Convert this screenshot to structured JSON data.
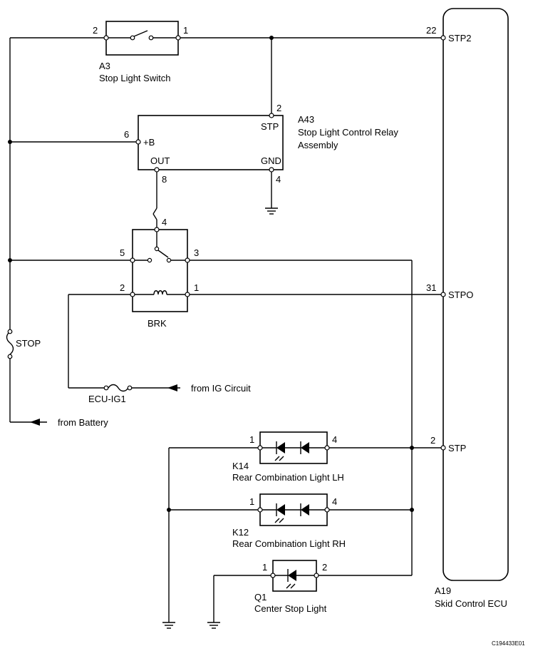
{
  "ecu": {
    "id": "A19",
    "name": "Skid Control ECU",
    "terminals": [
      {
        "pin": "22",
        "name": "STP2"
      },
      {
        "pin": "31",
        "name": "STPO"
      },
      {
        "pin": "2",
        "name": "STP"
      }
    ]
  },
  "stop_switch": {
    "id": "A3",
    "name": "Stop Light Switch",
    "pin_left": "2",
    "pin_right": "1"
  },
  "relay": {
    "id": "A43",
    "name_line1": "Stop Light Control Relay",
    "name_line2": "Assembly",
    "pin_stp": "2",
    "label_stp": "STP",
    "pin_b": "6",
    "label_b": "+B",
    "pin_out": "8",
    "label_out": "OUT",
    "pin_gnd": "4",
    "label_gnd": "GND"
  },
  "brk": {
    "name": "BRK",
    "pin_top": "4",
    "pin_5": "5",
    "pin_3": "3",
    "pin_2": "2",
    "pin_1": "1"
  },
  "fuses": {
    "stop": "STOP",
    "ecu_ig1": "ECU-IG1"
  },
  "sources": {
    "ig": "from IG Circuit",
    "battery": "from Battery"
  },
  "k14": {
    "id": "K14",
    "name": "Rear Combination Light LH",
    "pin_left": "1",
    "pin_right": "4"
  },
  "k12": {
    "id": "K12",
    "name": "Rear Combination Light RH",
    "pin_left": "1",
    "pin_right": "4"
  },
  "q1": {
    "id": "Q1",
    "name": "Center Stop Light",
    "pin_left": "1",
    "pin_right": "2"
  },
  "figure_code": "C194433E01"
}
